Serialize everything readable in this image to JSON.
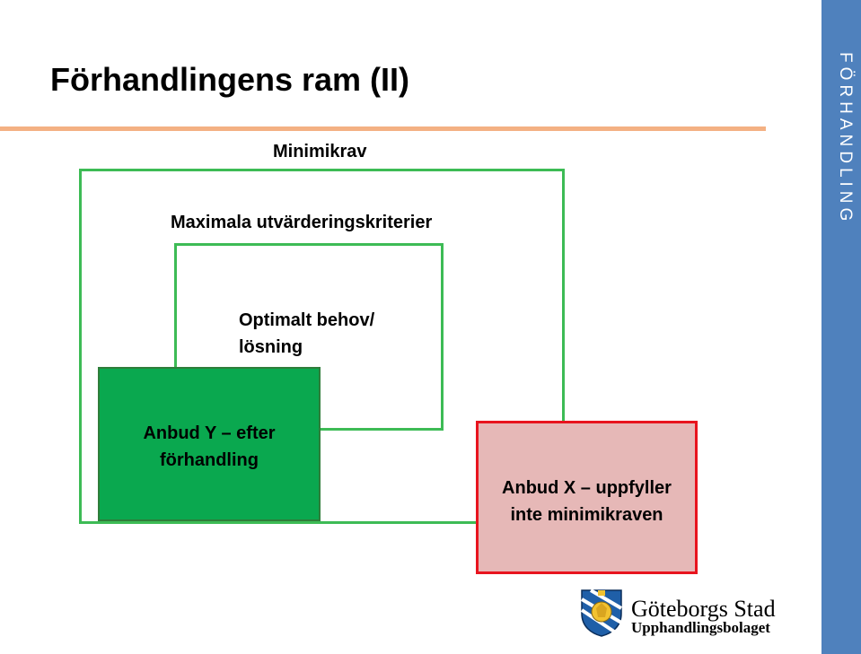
{
  "title": "Förhandlingens ram (II)",
  "sidebar_label": "FÖRHANDLING",
  "diagram": {
    "outer_label": "Minimikrav",
    "inner_label": "Maximala utvärderingskriterier",
    "optimal_label_line1": "Optimalt behov/",
    "optimal_label_line2": "lösning",
    "bid_y_line1": "Anbud Y – efter",
    "bid_y_line2": "förhandling",
    "bid_x_line1": "Anbud X – uppfyller",
    "bid_x_line2": "inte minimikraven"
  },
  "logo": {
    "name": "Göteborgs Stad",
    "subtitle": "Upphandlingsbolaget"
  },
  "colors": {
    "sidebar": "#4f81bd",
    "title_rule": "#f4b183",
    "frame_green": "#3dbb55",
    "bid_y_fill": "#0aa84f",
    "bid_x_fill": "#e6b8b7",
    "bid_x_border": "#e8141e"
  }
}
